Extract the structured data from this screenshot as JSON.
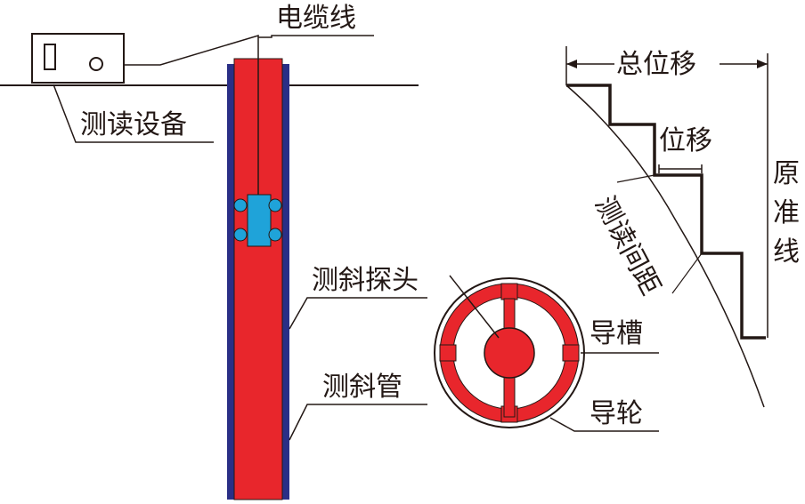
{
  "title": "测斜仪测量原理示意图",
  "labels": {
    "cable": "电缆线",
    "readout_device": "测读设备",
    "probe": "测斜探头",
    "casing": "测斜管",
    "guide_groove": "导槽",
    "guide_wheel": "导轮",
    "total_displacement": "总位移",
    "displacement": "位移",
    "reading_interval": "测读间距",
    "reference_line": "原准线"
  },
  "colors": {
    "casing_outer": "#2a2f86",
    "casing_inner": "#e8262c",
    "probe": "#1fa3d9",
    "line": "#231815",
    "background": "#ffffff"
  }
}
